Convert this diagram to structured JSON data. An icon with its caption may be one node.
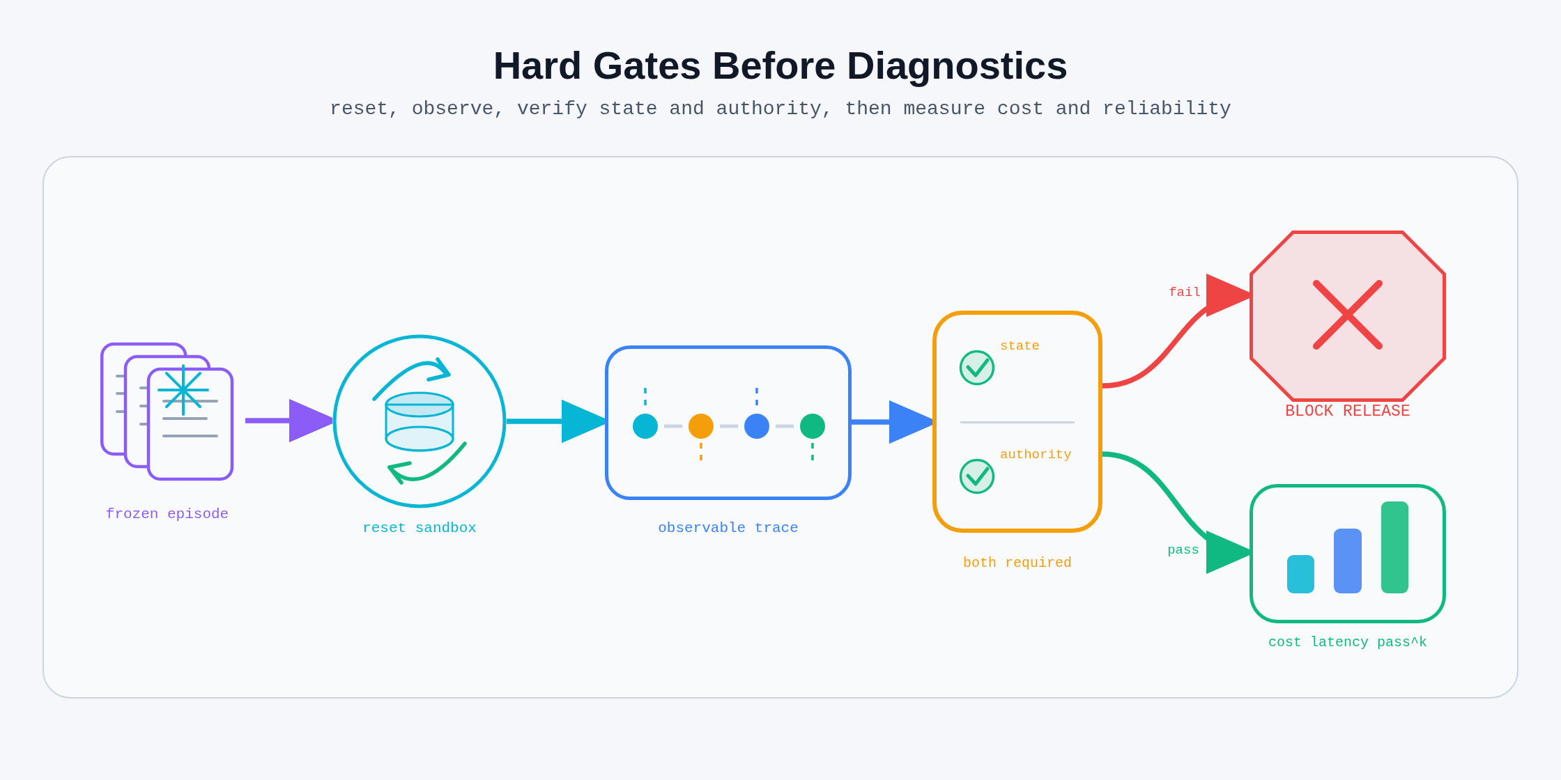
{
  "diagram": {
    "title": "Hard Gates Before Diagnostics",
    "nodes": [
      {
        "text": [
          "frozen episode"
        ]
      },
      {
        "text": [
          "reset sandbox"
        ]
      },
      {
        "text": [
          "observable trace"
        ]
      },
      {
        "text": [
          "state",
          "authority",
          "both required"
        ]
      },
      {
        "text": [
          "BLOCK RELEASE"
        ]
      },
      {
        "text": [
          "cost latency pass^k"
        ]
      }
    ],
    "edges": [
      {
        "from": 0,
        "to": 1,
        "arrow": "to",
        "color": "#8b5cf6"
      },
      {
        "from": 1,
        "to": 2,
        "arrow": "to",
        "color": "#06b6d4"
      },
      {
        "from": 2,
        "to": 3,
        "arrow": "to",
        "color": "#3b82f6"
      },
      {
        "from": 3,
        "to": 4,
        "arrow": "to",
        "label": "fail",
        "color": "#ef4444"
      },
      {
        "from": 3,
        "to": 5,
        "arrow": "to",
        "label": "pass",
        "color": "#10b981"
      }
    ],
    "labels": [
      "reset, observe, verify state and authority, then measure cost and reliability"
    ]
  }
}
